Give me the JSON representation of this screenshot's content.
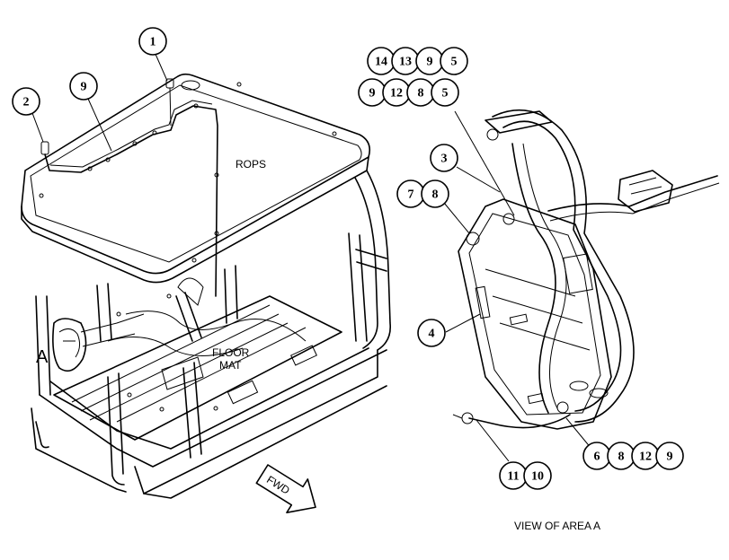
{
  "labels": {
    "rops": "ROPS",
    "floor_mat_line1": "FLOOR",
    "floor_mat_line2": "MAT",
    "area_marker": "A",
    "fwd": "FWD",
    "view_caption": "VIEW OF AREA A"
  },
  "callouts": {
    "c1": [
      "1"
    ],
    "c2": [
      "2"
    ],
    "c9": [
      "9"
    ],
    "c_14_13_9_5": [
      "14",
      "13",
      "9",
      "5"
    ],
    "c_9_12_8_5": [
      "9",
      "12",
      "8",
      "5"
    ],
    "c3": [
      "3"
    ],
    "c_7_8": [
      "7",
      "8"
    ],
    "c4": [
      "4"
    ],
    "c_11_10": [
      "11",
      "10"
    ],
    "c_6_8_12_9": [
      "6",
      "8",
      "12",
      "9"
    ]
  }
}
